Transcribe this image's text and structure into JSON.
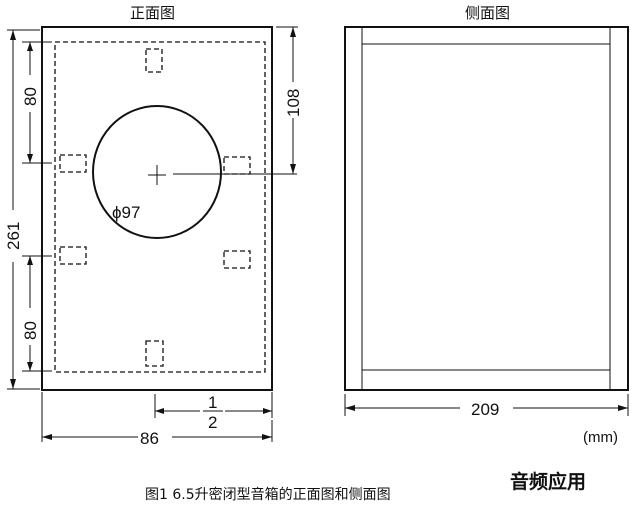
{
  "front_view": {
    "title": "正面图",
    "dims": {
      "top_80": "80",
      "bottom_80": "80",
      "height_261": "261",
      "hole_108": "108",
      "diameter": "ϕ97",
      "half_num": "1",
      "half_den": "2",
      "width_86": "86"
    }
  },
  "side_view": {
    "title": "侧面图",
    "depth_209": "209",
    "unit": "(mm)"
  },
  "caption": "图1  6.5升密闭型音箱的正面图和侧面图",
  "brand": "音频应用"
}
